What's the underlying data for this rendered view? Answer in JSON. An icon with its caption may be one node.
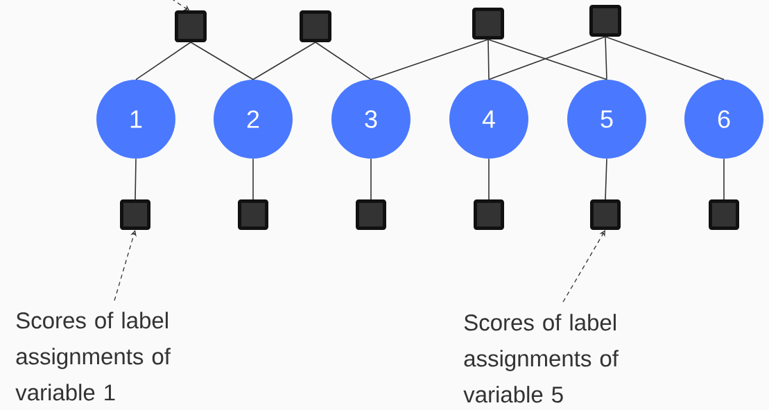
{
  "diagram": {
    "nodes": [
      {
        "text": [
          "1"
        ]
      },
      {
        "text": [
          "2"
        ]
      },
      {
        "text": [
          "3"
        ]
      },
      {
        "text": [
          "4"
        ]
      },
      {
        "text": [
          "5"
        ]
      },
      {
        "text": [
          "6"
        ]
      },
      {
        "text": [],
        "shape": "box"
      },
      {
        "text": [],
        "shape": "box"
      },
      {
        "text": [],
        "shape": "box"
      },
      {
        "text": [],
        "shape": "box"
      },
      {
        "text": [],
        "shape": "box"
      },
      {
        "text": [],
        "shape": "box"
      },
      {
        "text": [],
        "shape": "box"
      },
      {
        "text": [],
        "shape": "box"
      },
      {
        "text": [],
        "shape": "box"
      },
      {
        "text": [],
        "shape": "box"
      },
      {
        "text": [
          "Scores of label assignments of variable 1"
        ]
      },
      {
        "text": [
          "Scores of label assignments of variable 5"
        ]
      }
    ],
    "edges": [
      {
        "from": 6,
        "to": 0,
        "arrow": "none"
      },
      {
        "from": 6,
        "to": 1,
        "arrow": "none"
      },
      {
        "from": 7,
        "to": 1,
        "arrow": "none"
      },
      {
        "from": 7,
        "to": 2,
        "arrow": "none"
      },
      {
        "from": 8,
        "to": 2,
        "arrow": "none"
      },
      {
        "from": 8,
        "to": 3,
        "arrow": "none"
      },
      {
        "from": 8,
        "to": 4,
        "arrow": "none"
      },
      {
        "from": 9,
        "to": 3,
        "arrow": "none"
      },
      {
        "from": 9,
        "to": 4,
        "arrow": "none"
      },
      {
        "from": 9,
        "to": 5,
        "arrow": "none"
      },
      {
        "from": 0,
        "to": 10,
        "arrow": "none"
      },
      {
        "from": 1,
        "to": 11,
        "arrow": "none"
      },
      {
        "from": 2,
        "to": 12,
        "arrow": "none"
      },
      {
        "from": 3,
        "to": 13,
        "arrow": "none"
      },
      {
        "from": 4,
        "to": 14,
        "arrow": "none"
      },
      {
        "from": 5,
        "to": 15,
        "arrow": "none"
      },
      {
        "from": 16,
        "to": 10,
        "arrow": "to",
        "style": "dashed"
      },
      {
        "from": 17,
        "to": 14,
        "arrow": "to",
        "style": "dashed"
      },
      {
        "from": null,
        "to": 6,
        "arrow": "to",
        "style": "dashed"
      }
    ]
  }
}
